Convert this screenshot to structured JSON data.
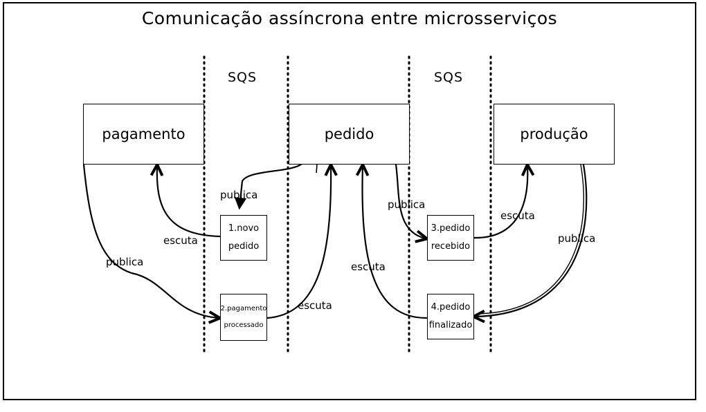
{
  "title": "Comunicação assíncrona entre microsserviços",
  "queues": [
    {
      "label": "SQS"
    },
    {
      "label": "SQS"
    }
  ],
  "services": [
    {
      "id": "pagamento",
      "label": "pagamento"
    },
    {
      "id": "pedido",
      "label": "pedido"
    },
    {
      "id": "producao",
      "label": "produção"
    }
  ],
  "messages": [
    {
      "id": "m1",
      "line1": "1.novo",
      "line2": "pedido"
    },
    {
      "id": "m2",
      "line1": "2.pagamento",
      "line2": "processado"
    },
    {
      "id": "m3",
      "line1": "3.pedido",
      "line2": "recebido"
    },
    {
      "id": "m4",
      "line1": "4.pedido",
      "line2": "finalizado"
    }
  ],
  "edge_labels": {
    "publica_pedido_novo": "publica",
    "escuta_pagamento": "escuta",
    "publica_pagamento": "publica",
    "escuta_pedido_pagamento": "escuta",
    "publica_pedido_recebido": "publica",
    "escuta_producao": "escuta",
    "escuta_pedido_finalizado": "escuta",
    "publica_producao": "publica"
  }
}
